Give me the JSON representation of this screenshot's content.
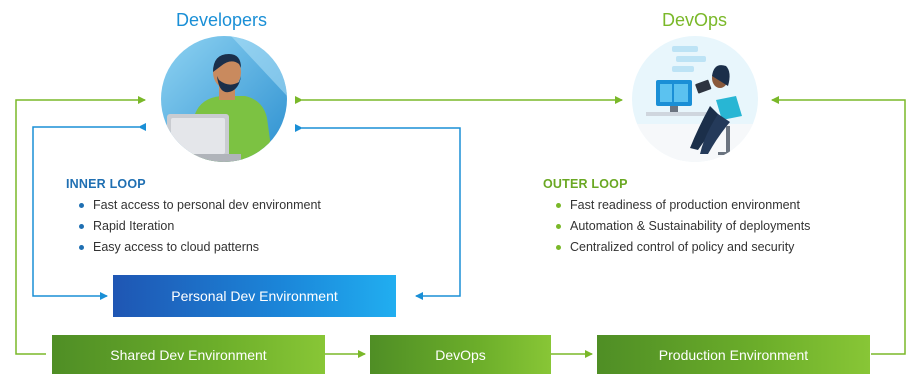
{
  "headings": {
    "developers": "Developers",
    "devops": "DevOps"
  },
  "inner_loop": {
    "title": "INNER LOOP",
    "items": [
      "Fast access to personal dev environment",
      "Rapid Iteration",
      "Easy access to cloud patterns"
    ]
  },
  "outer_loop": {
    "title": "OUTER LOOP",
    "items": [
      "Fast readiness of production environment",
      "Automation & Sustainability of deployments",
      "Centralized control of policy and security"
    ]
  },
  "boxes": {
    "personal": "Personal Dev Environment",
    "shared": "Shared Dev Environment",
    "devops": "DevOps",
    "production": "Production Environment"
  },
  "colors": {
    "blue": "#1a8fd6",
    "green": "#7ab829",
    "dark_blue": "#1f6fb2"
  },
  "icons": [
    "developer-avatar-icon",
    "devops-avatar-icon"
  ]
}
